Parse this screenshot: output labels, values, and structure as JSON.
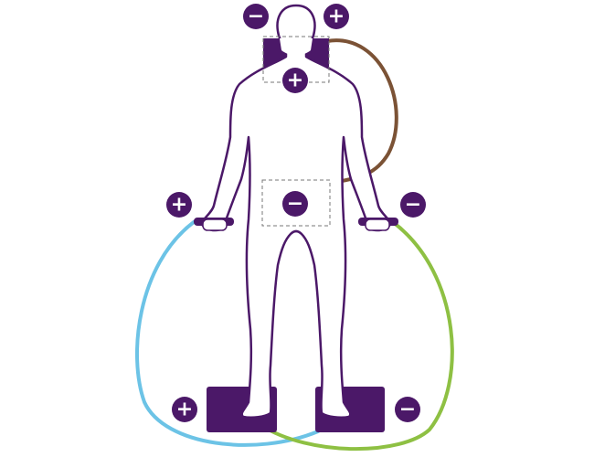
{
  "colors": {
    "purple": "#4b1868",
    "outline": "#4b1868",
    "blue_wire": "#6cc3e6",
    "green_wire": "#8ec043",
    "brown_wire": "#7b5235",
    "dashed": "#777777",
    "badge_text": "#ffffff"
  },
  "polarity": {
    "plus": "+",
    "minus": "−"
  },
  "badges": [
    {
      "id": "head-left",
      "sign": "−"
    },
    {
      "id": "head-right",
      "sign": "+"
    },
    {
      "id": "neck",
      "sign": "+"
    },
    {
      "id": "abdomen",
      "sign": "−"
    },
    {
      "id": "left-hand",
      "sign": "+"
    },
    {
      "id": "right-hand",
      "sign": "−"
    },
    {
      "id": "left-foot",
      "sign": "+"
    },
    {
      "id": "right-foot",
      "sign": "−"
    }
  ],
  "icons": {
    "body": "human-figure-outline-icon",
    "neck_pad": "neck-electrode-pad-icon",
    "hand_electrode": "hand-electrode-icon",
    "foot_pad": "foot-electrode-pad-icon"
  }
}
